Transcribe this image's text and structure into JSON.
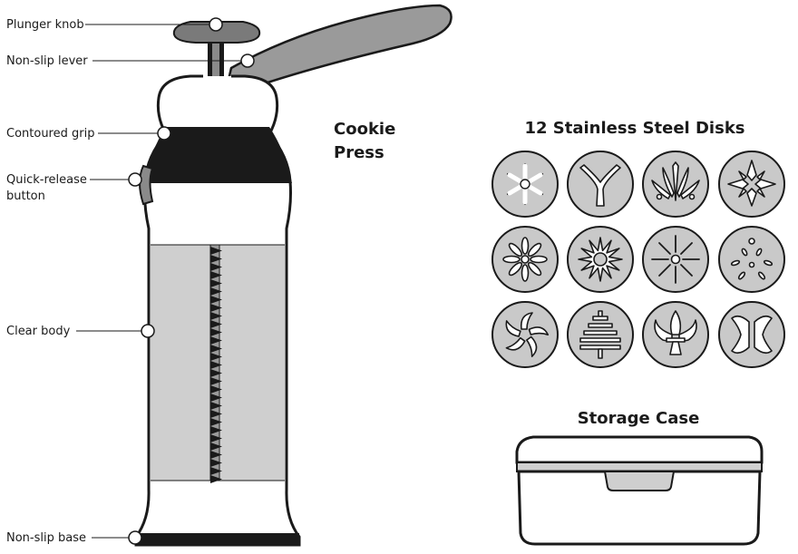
{
  "callouts": [
    {
      "id": "plunger",
      "text": "Plunger knob"
    },
    {
      "id": "lever",
      "text": "Non-slip lever"
    },
    {
      "id": "grip",
      "text": "Contoured grip"
    },
    {
      "id": "button_line1",
      "text": "Quick-release"
    },
    {
      "id": "button_line2",
      "text": "button"
    },
    {
      "id": "body",
      "text": "Clear body"
    },
    {
      "id": "base",
      "text": "Non-slip base"
    }
  ],
  "product": {
    "title_line1": "Cookie",
    "title_line2": "Press"
  },
  "disks": {
    "title": "12 Stainless Steel Disks",
    "items": [
      "snowflake-icon",
      "y-shape-icon",
      "wheat-icon",
      "star-flower-icon",
      "daisy-icon",
      "sunburst-icon",
      "starburst-icon",
      "dots-icon",
      "swirl-icon",
      "tree-icon",
      "fleur-de-lis-icon",
      "butterfly-icon"
    ]
  },
  "storage": {
    "title": "Storage Case"
  },
  "colors": {
    "ink": "#1a1a1a",
    "disk_gray": "#c9c9c9",
    "body_gray": "#cfcfcf",
    "plunger_gray": "#8a8a8a"
  }
}
